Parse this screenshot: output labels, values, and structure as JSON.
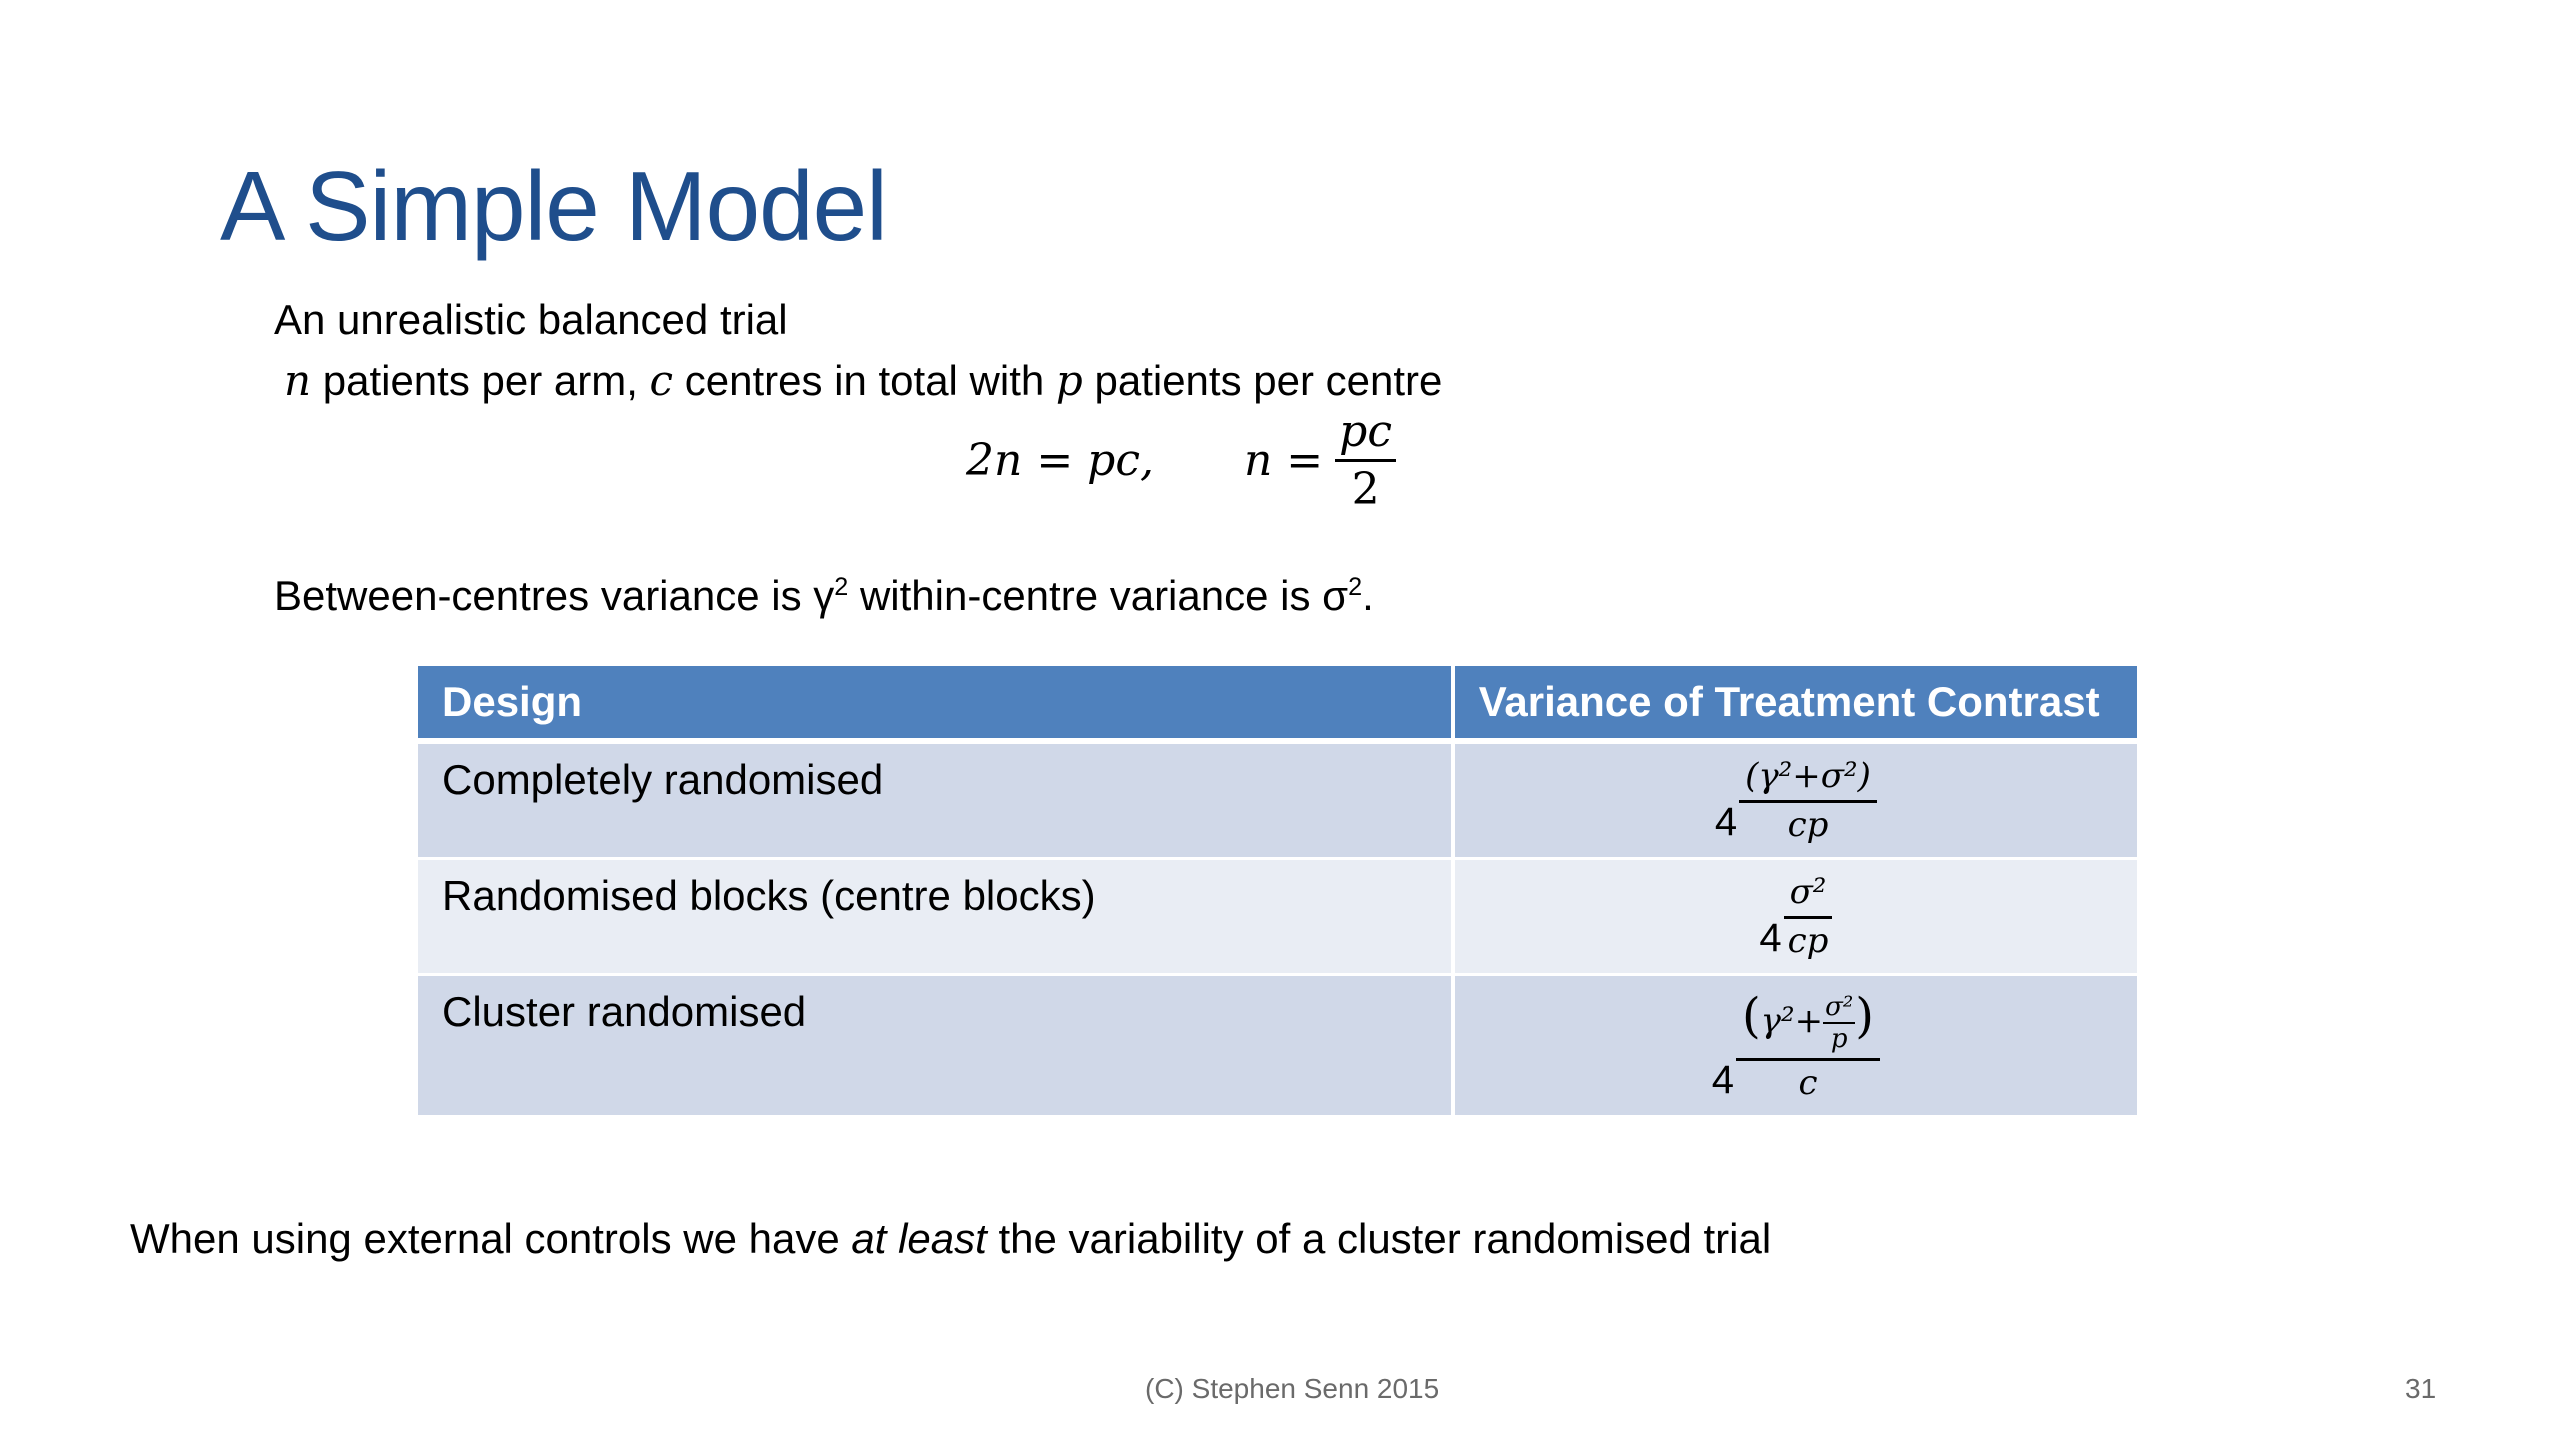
{
  "title": "A Simple Model",
  "intro": {
    "line1": "An unrealistic balanced trial",
    "line2": {
      "n": "n",
      "t1": " patients per arm, ",
      "c": "c",
      "t2": " centres in total with ",
      "p": "p",
      "t3": " patients per centre"
    },
    "equation": {
      "lhs": "2n = pc,",
      "rhs_prefix": "n =",
      "rhs_num": "pc",
      "rhs_den": "2"
    },
    "variance_text_a": "Between-centres variance is γ",
    "variance_text_b": " within-centre variance is σ",
    "variance_text_c": ".",
    "sup2": "2"
  },
  "table": {
    "headers": [
      "Design",
      "Variance of Treatment Contrast"
    ],
    "rows": [
      {
        "design": "Completely randomised",
        "coef": "4",
        "num": "(γ²+σ²)",
        "den": "cp"
      },
      {
        "design": "Randomised blocks (centre blocks)",
        "coef": "4",
        "num": "σ²",
        "den": "cp"
      },
      {
        "design": "Cluster randomised",
        "coef": "4",
        "num_a": "γ²+",
        "num_frac_n": "σ²",
        "num_frac_d": "p",
        "den": "c",
        "paren_l": "(",
        "paren_r": ")"
      }
    ]
  },
  "bottom": {
    "a": "When using external controls we have ",
    "em": "at least",
    "b": " the variability of a cluster randomised trial"
  },
  "footer": "(C) Stephen Senn 2015",
  "page_number": "31"
}
